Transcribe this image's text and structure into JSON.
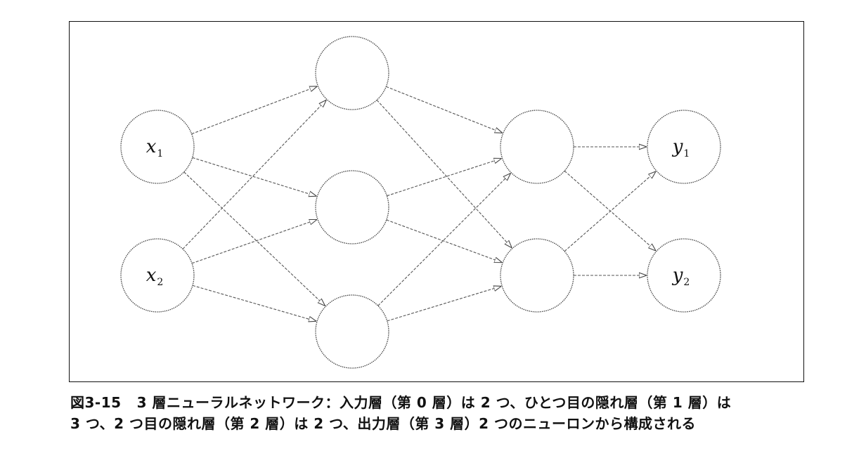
{
  "diagram": {
    "layers": [
      {
        "nodes": [
          {
            "var": "x",
            "sub": "1"
          },
          {
            "var": "x",
            "sub": "2"
          }
        ]
      },
      {
        "nodes": [
          {
            "var": "",
            "sub": ""
          },
          {
            "var": "",
            "sub": ""
          },
          {
            "var": "",
            "sub": ""
          }
        ]
      },
      {
        "nodes": [
          {
            "var": "",
            "sub": ""
          },
          {
            "var": "",
            "sub": ""
          }
        ]
      },
      {
        "nodes": [
          {
            "var": "y",
            "sub": "1"
          },
          {
            "var": "y",
            "sub": "2"
          }
        ]
      }
    ],
    "connections": "fully-connected",
    "edge_style": "dashed-arrow"
  },
  "caption": {
    "label": "図3-15",
    "line1": "3 層ニューラルネットワーク：入力層（第 0 層）は 2 つ、ひとつ目の隠れ層（第 1 層）は",
    "line2": "3 つ、2 つ目の隠れ層（第 2 層）は 2 つ、出力層（第 3 層）2 つのニューロンから構成される"
  }
}
